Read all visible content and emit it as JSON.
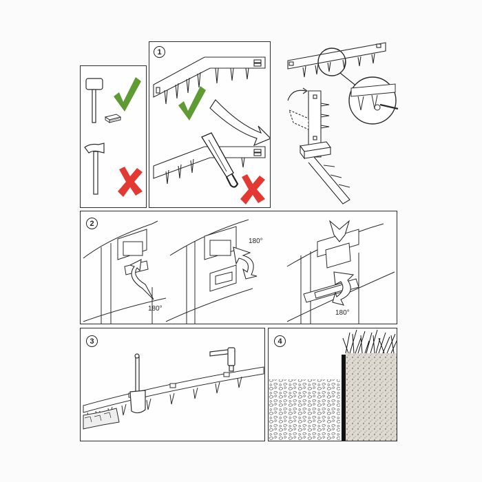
{
  "steps": {
    "step1": "1",
    "step2": "2",
    "step3": "3",
    "step4": "4"
  },
  "rotation_labels": [
    "180°",
    "180°",
    "180°"
  ],
  "icons": {
    "ok_mallet": "check-icon",
    "bad_hammer": "cross-icon",
    "ok_bend": "check-icon",
    "bad_saw": "cross-icon"
  },
  "colors": {
    "check": "#5f9a33",
    "cross": "#e23a32",
    "line": "#2b2b2b"
  }
}
